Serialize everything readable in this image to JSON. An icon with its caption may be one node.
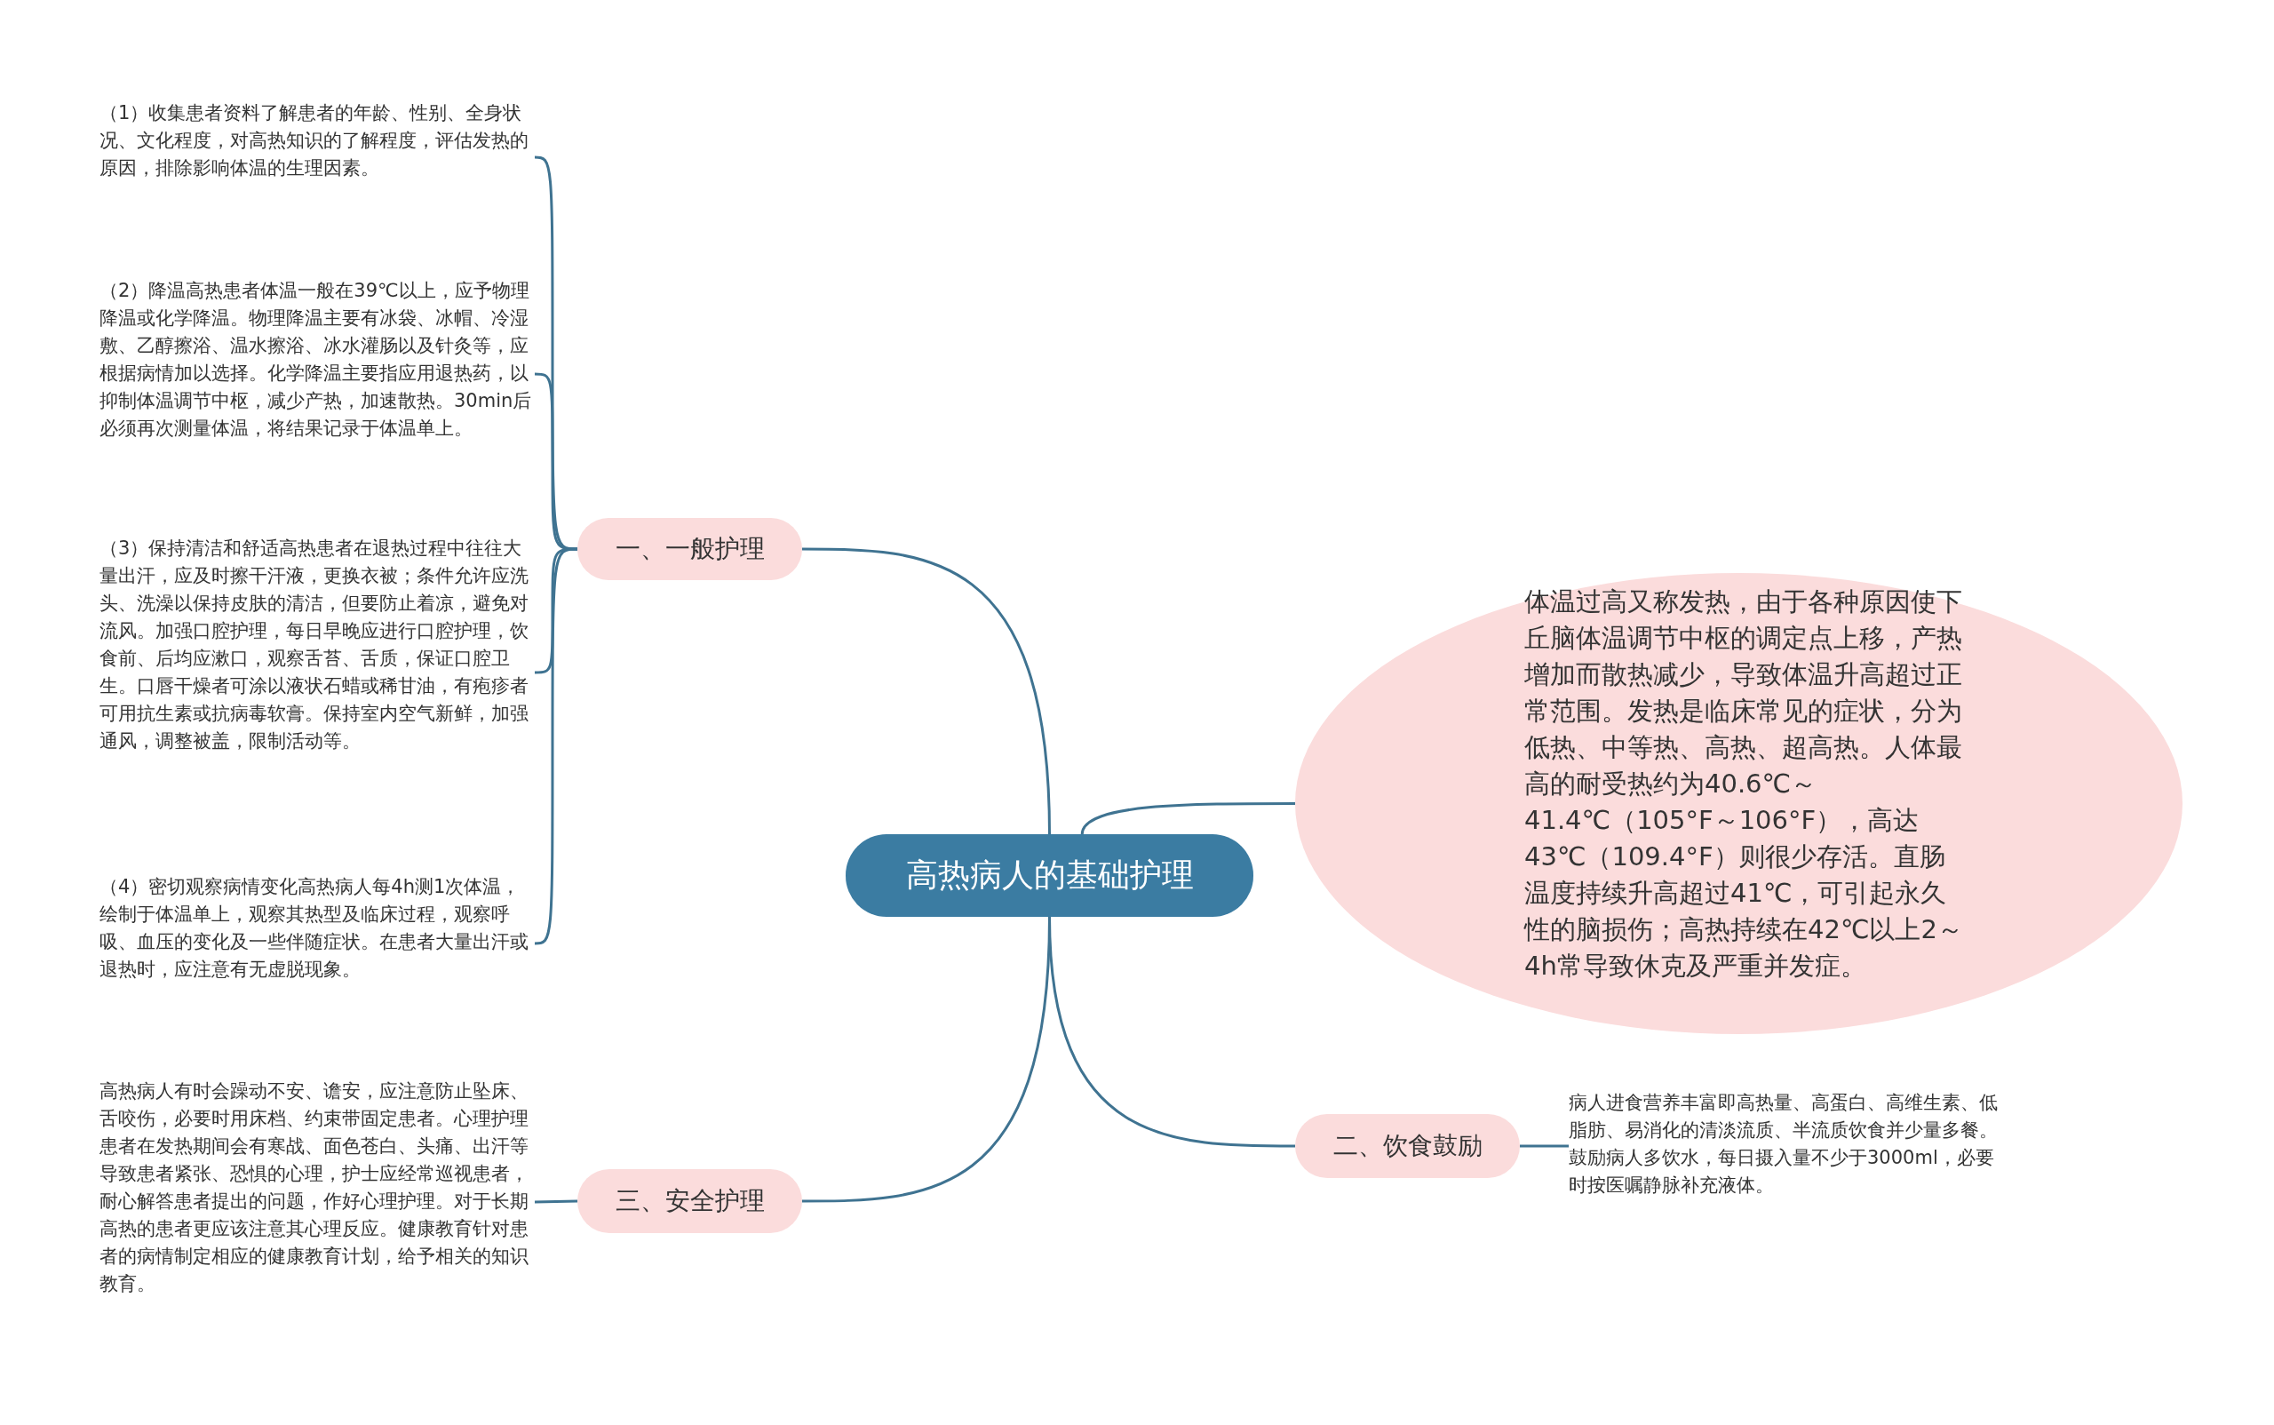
{
  "diagram": {
    "nodes": [
      {
        "text": [
          "高热病人的基础护理"
        ]
      },
      {
        "text": [
          "一、一般护理"
        ]
      },
      {
        "text": [
          "（1）收集患者资料了解患者的年龄、性别、全身状况、文化程度，对高热知识的了解程度，评估发热的原因，排除影响体温的生理因素。"
        ]
      },
      {
        "text": [
          "（2）降温高热患者体温一般在39℃以上，应予物理降温或化学降温。物理降温主要有冰袋、冰帽、冷湿敷、乙醇擦浴、温水擦浴、冰水灌肠以及针灸等，应根据病情加以选择。化学降温主要指应用退热药，以抑制体温调节中枢，减少产热，加速散热。30min后必须再次测量体温，将结果记录于体温单上。"
        ]
      },
      {
        "text": [
          "（3）保持清洁和舒适高热患者在退热过程中往往大量出汗，应及时擦干汗液，更换衣被；条件允许应洗头、洗澡以保持皮肤的清洁，但要防止着凉，避免对流风。加强口腔护理，每日早晚应进行口腔护理，饮食前、后均应漱口，观察舌苔、舌质，保证口腔卫生。口唇干燥者可涂以液状石蜡或稀甘油，有疱疹者可用抗生素或抗病毒软膏。保持室内空气新鲜，加强通风，调整被盖，限制活动等。"
        ]
      },
      {
        "text": [
          "（4）密切观察病情变化高热病人每4h测1次体温，绘制于体温单上，观察其热型及临床过程，观察呼吸、血压的变化及一些伴随症状。在患者大量出汗或退热时，应注意有无虚脱现象。"
        ]
      },
      {
        "text": [
          "三、安全护理"
        ]
      },
      {
        "text": [
          "高热病人有时会躁动不安、谵安，应注意防止坠床、舌咬伤，必要时用床档、约束带固定患者。心理护理患者在发热期间会有寒战、面色苍白、头痛、出汗等导致患者紧张、恐惧的心理，护士应经常巡视患者，耐心解答患者提出的问题，作好心理护理。对于长期高热的患者更应该注意其心理反应。健康教育针对患者的病情制定相应的健康教育计划，给予相关的知识教育。"
        ]
      },
      {
        "text": [
          "体温过高又称发热，由于各种原因使下丘脑体温调节中枢的调定点上移，产热增加而散热减少，导致体温升高超过正常范围。发热是临床常见的症状，分为低热、中等热、高热、超高热。人体最高的耐受热约为40.6℃～41.4℃（105°F～106°F），高达43℃（109.4°F）则很少存活。直肠温度持续升高超过41℃，可引起永久性的脑损伤；高热持续在42℃以上2～4h常导致休克及严重并发症。"
        ]
      },
      {
        "text": [
          "二、饮食鼓励"
        ]
      },
      {
        "text": [
          "病人进食营养丰富即高热量、高蛋白、高维生素、低脂肪、易消化的清淡流质、半流质饮食并少量多餐。鼓励病人多饮水，每日摄入量不少于3000ml，必要时按医嘱静脉补充液体。"
        ]
      }
    ],
    "edges": [
      {
        "from": 0,
        "to": 1,
        "arrow": "none"
      },
      {
        "from": 1,
        "to": 2,
        "arrow": "none"
      },
      {
        "from": 1,
        "to": 3,
        "arrow": "none"
      },
      {
        "from": 1,
        "to": 4,
        "arrow": "none"
      },
      {
        "from": 1,
        "to": 5,
        "arrow": "none"
      },
      {
        "from": 0,
        "to": 6,
        "arrow": "none"
      },
      {
        "from": 6,
        "to": 7,
        "arrow": "none"
      },
      {
        "from": 0,
        "to": 8,
        "arrow": "none"
      },
      {
        "from": 0,
        "to": 9,
        "arrow": "none"
      },
      {
        "from": 9,
        "to": 10,
        "arrow": "none"
      }
    ]
  }
}
